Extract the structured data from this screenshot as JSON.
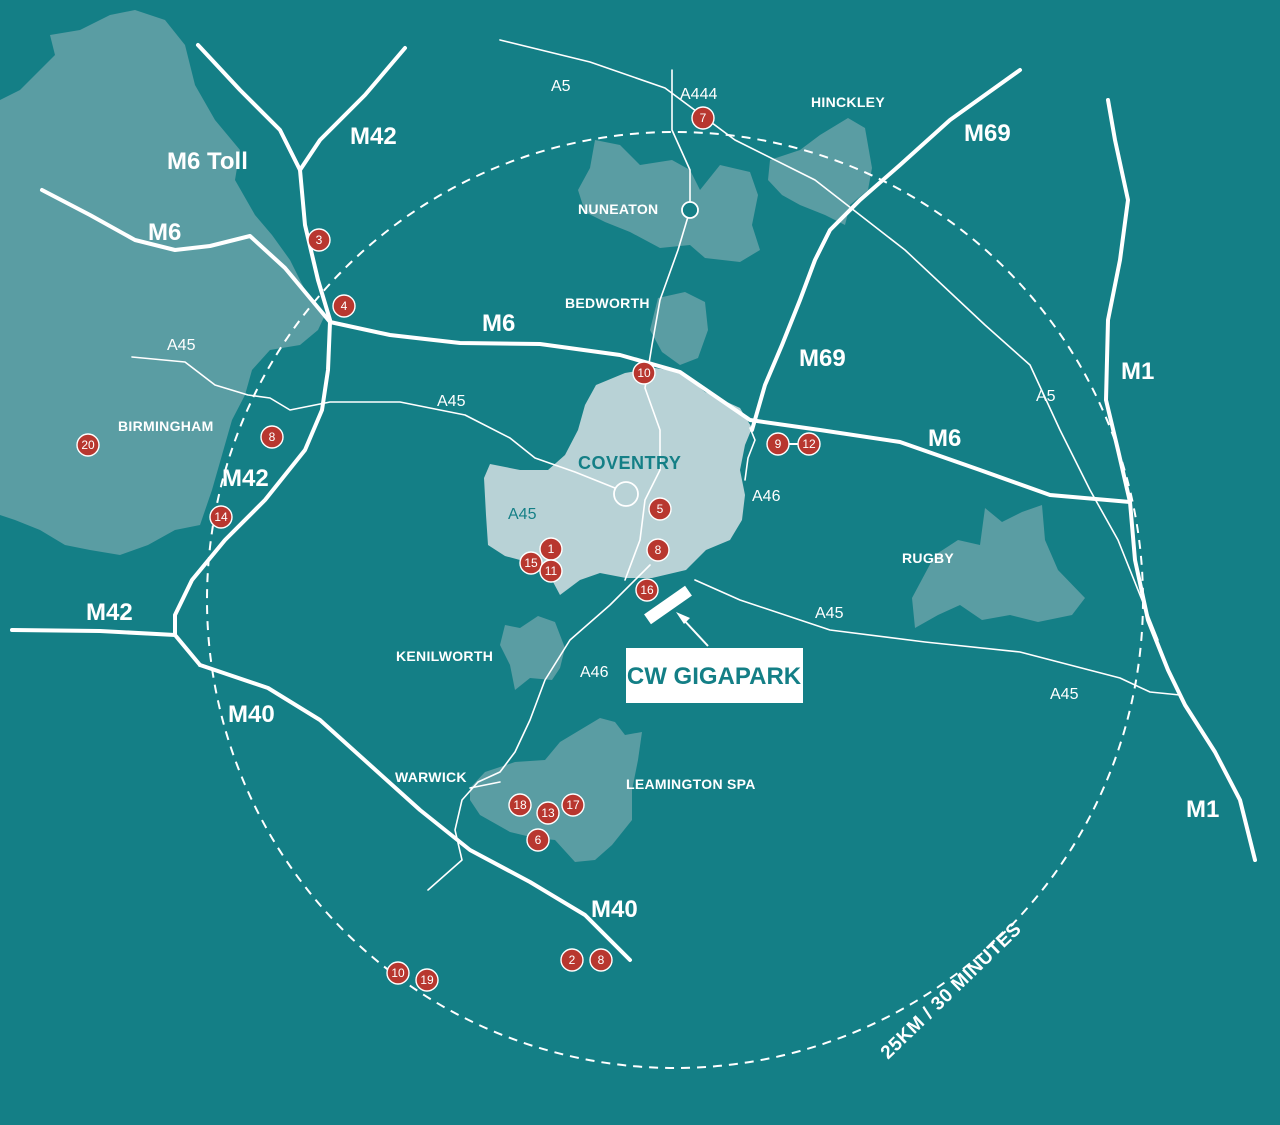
{
  "colors": {
    "background": "#147f86",
    "urban_area": "#5a9da3",
    "coventry_area": "#b8d2d6",
    "road": "#ffffff",
    "marker": "#b8372f",
    "label_dark": "#147f86"
  },
  "radius_label": "25KM / 30 MINUTES",
  "site_callout": {
    "label": "CW GIGAPARK"
  },
  "city": {
    "name": "COVENTRY",
    "inner_road": "A45"
  },
  "towns": {
    "hinckley": "HINCKLEY",
    "nuneaton": "NUNEATON",
    "bedworth": "BEDWORTH",
    "birmingham": "BIRMINGHAM",
    "rugby": "RUGBY",
    "kenilworth": "KENILWORTH",
    "warwick": "WARWICK",
    "leamington_spa": "LEAMINGTON SPA"
  },
  "motorways": {
    "m6_toll": "M6 Toll",
    "m42_north": "M42",
    "m6_west": "M6",
    "m6_central": "M6",
    "m6_east": "M6",
    "m69_top": "M69",
    "m69_mid": "M69",
    "m1_north": "M1",
    "m1_south": "M1",
    "m42_west_mid": "M42",
    "m42_west_low": "M42",
    "m40_upper": "M40",
    "m40_lower": "M40"
  },
  "a_roads": {
    "a5_north": "A5",
    "a444": "A444",
    "a45_west": "A45",
    "a45_central": "A45",
    "a5_east": "A5",
    "a46_east": "A46",
    "a45_east": "A45",
    "a45_far_east": "A45",
    "a46_south": "A46"
  },
  "markers": [
    {
      "num": "7"
    },
    {
      "num": "3"
    },
    {
      "num": "4"
    },
    {
      "num": "10"
    },
    {
      "num": "9"
    },
    {
      "num": "12"
    },
    {
      "num": "8"
    },
    {
      "num": "20"
    },
    {
      "num": "14"
    },
    {
      "num": "5"
    },
    {
      "num": "8"
    },
    {
      "num": "1"
    },
    {
      "num": "15"
    },
    {
      "num": "11"
    },
    {
      "num": "16"
    },
    {
      "num": "18"
    },
    {
      "num": "13"
    },
    {
      "num": "17"
    },
    {
      "num": "6"
    },
    {
      "num": "2"
    },
    {
      "num": "8"
    },
    {
      "num": "10"
    },
    {
      "num": "19"
    }
  ]
}
